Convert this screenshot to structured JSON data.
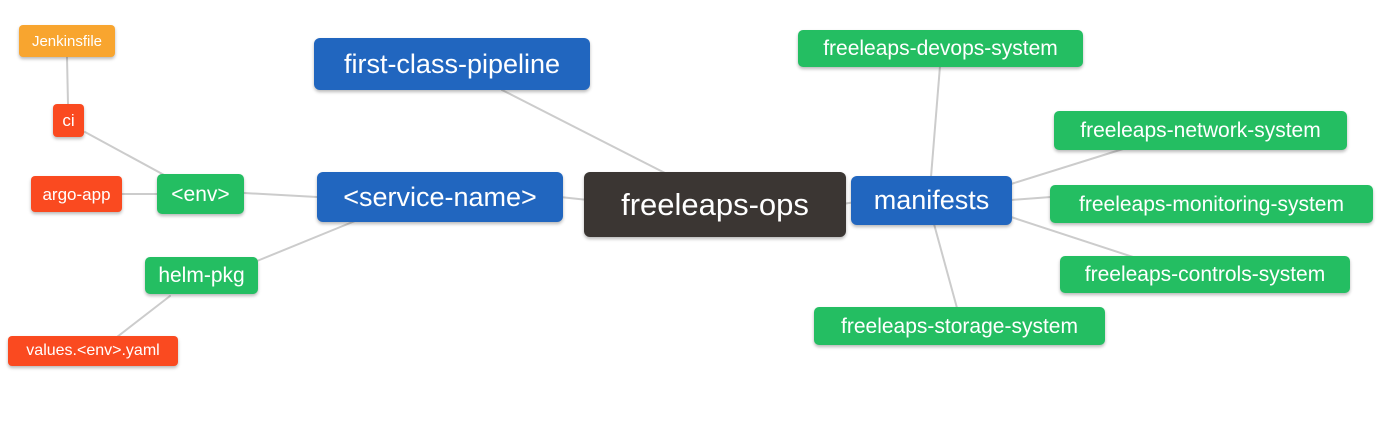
{
  "diagram": {
    "type": "mindmap",
    "root": "freeleaps-ops",
    "palette": {
      "root_dark": "#3b3633",
      "level1_blue": "#2166bf",
      "level2_green": "#24be62",
      "level3_red": "#fa4a20",
      "level4_orange": "#f8a52f",
      "edge_gray": "#cccccc",
      "text": "#ffffff",
      "background": "#ffffff"
    },
    "nodes": [
      {
        "id": "freeleaps-ops",
        "label": "freeleaps-ops",
        "level": 0,
        "color": "root_dark"
      },
      {
        "id": "first-class-pipeline",
        "label": "first-class-pipeline",
        "level": 1,
        "color": "level1_blue"
      },
      {
        "id": "service-name",
        "label": "<service-name>",
        "level": 1,
        "color": "level1_blue"
      },
      {
        "id": "manifests",
        "label": "manifests",
        "level": 1,
        "color": "level1_blue"
      },
      {
        "id": "env",
        "label": "<env>",
        "level": 2,
        "color": "level2_green"
      },
      {
        "id": "helm-pkg",
        "label": "helm-pkg",
        "level": 2,
        "color": "level2_green"
      },
      {
        "id": "ci",
        "label": "ci",
        "level": 3,
        "color": "level3_red"
      },
      {
        "id": "argo-app",
        "label": "argo-app",
        "level": 3,
        "color": "level3_red"
      },
      {
        "id": "values-env-yaml",
        "label": "values.<env>.yaml",
        "level": 3,
        "color": "level3_red"
      },
      {
        "id": "jenkinsfile",
        "label": "Jenkinsfile",
        "level": 4,
        "color": "level4_orange"
      },
      {
        "id": "freeleaps-devops-system",
        "label": "freeleaps-devops-system",
        "level": 2,
        "color": "level2_green"
      },
      {
        "id": "freeleaps-network-system",
        "label": "freeleaps-network-system",
        "level": 2,
        "color": "level2_green"
      },
      {
        "id": "freeleaps-monitoring-system",
        "label": "freeleaps-monitoring-system",
        "level": 2,
        "color": "level2_green"
      },
      {
        "id": "freeleaps-controls-system",
        "label": "freeleaps-controls-system",
        "level": 2,
        "color": "level2_green"
      },
      {
        "id": "freeleaps-storage-system",
        "label": "freeleaps-storage-system",
        "level": 2,
        "color": "level2_green"
      }
    ],
    "edges": [
      [
        "jenkinsfile",
        "ci"
      ],
      [
        "ci",
        "env"
      ],
      [
        "argo-app",
        "env"
      ],
      [
        "env",
        "service-name"
      ],
      [
        "helm-pkg",
        "service-name"
      ],
      [
        "values-env-yaml",
        "helm-pkg"
      ],
      [
        "first-class-pipeline",
        "freeleaps-ops"
      ],
      [
        "service-name",
        "freeleaps-ops"
      ],
      [
        "freeleaps-ops",
        "manifests"
      ],
      [
        "manifests",
        "freeleaps-devops-system"
      ],
      [
        "manifests",
        "freeleaps-network-system"
      ],
      [
        "manifests",
        "freeleaps-monitoring-system"
      ],
      [
        "manifests",
        "freeleaps-controls-system"
      ],
      [
        "manifests",
        "freeleaps-storage-system"
      ]
    ]
  }
}
